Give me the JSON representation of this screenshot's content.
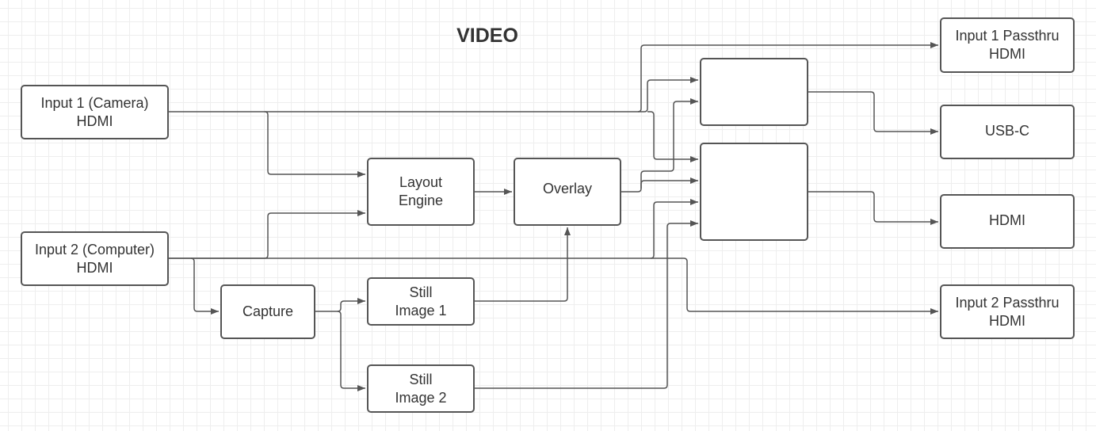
{
  "title": "VIDEO",
  "nodes": {
    "input1": "Input 1 (Camera)\nHDMI",
    "input2": "Input 2 (Computer)\nHDMI",
    "layout_engine": "Layout\nEngine",
    "overlay": "Overlay",
    "capture": "Capture",
    "still1": "Still\nImage 1",
    "still2": "Still\nImage 2",
    "out_passthru1": "Input 1 Passthru\nHDMI",
    "out_usbc": "USB-C",
    "out_hdmi": "HDMI",
    "out_passthru2": "Input 2 Passthru\nHDMI"
  },
  "switches": {
    "switch_usbc": {
      "input_count": 2
    },
    "switch_hdmi": {
      "input_count": 4
    }
  },
  "connections": [
    [
      "input1",
      "out_passthru1"
    ],
    [
      "input1",
      "switch_usbc"
    ],
    [
      "input1",
      "switch_hdmi"
    ],
    [
      "input1",
      "layout_engine"
    ],
    [
      "input2",
      "layout_engine"
    ],
    [
      "input2",
      "switch_hdmi"
    ],
    [
      "input2",
      "out_passthru2"
    ],
    [
      "input2",
      "capture"
    ],
    [
      "layout_engine",
      "overlay"
    ],
    [
      "overlay",
      "switch_usbc"
    ],
    [
      "overlay",
      "switch_hdmi"
    ],
    [
      "capture",
      "still1"
    ],
    [
      "capture",
      "still2"
    ],
    [
      "still1",
      "overlay"
    ],
    [
      "still2",
      "switch_hdmi"
    ],
    [
      "switch_usbc",
      "out_usbc"
    ],
    [
      "switch_hdmi",
      "out_hdmi"
    ]
  ],
  "colors": {
    "stroke": "#555555",
    "text": "#333333",
    "grid": "#e2e2e2",
    "background": "#ffffff"
  }
}
